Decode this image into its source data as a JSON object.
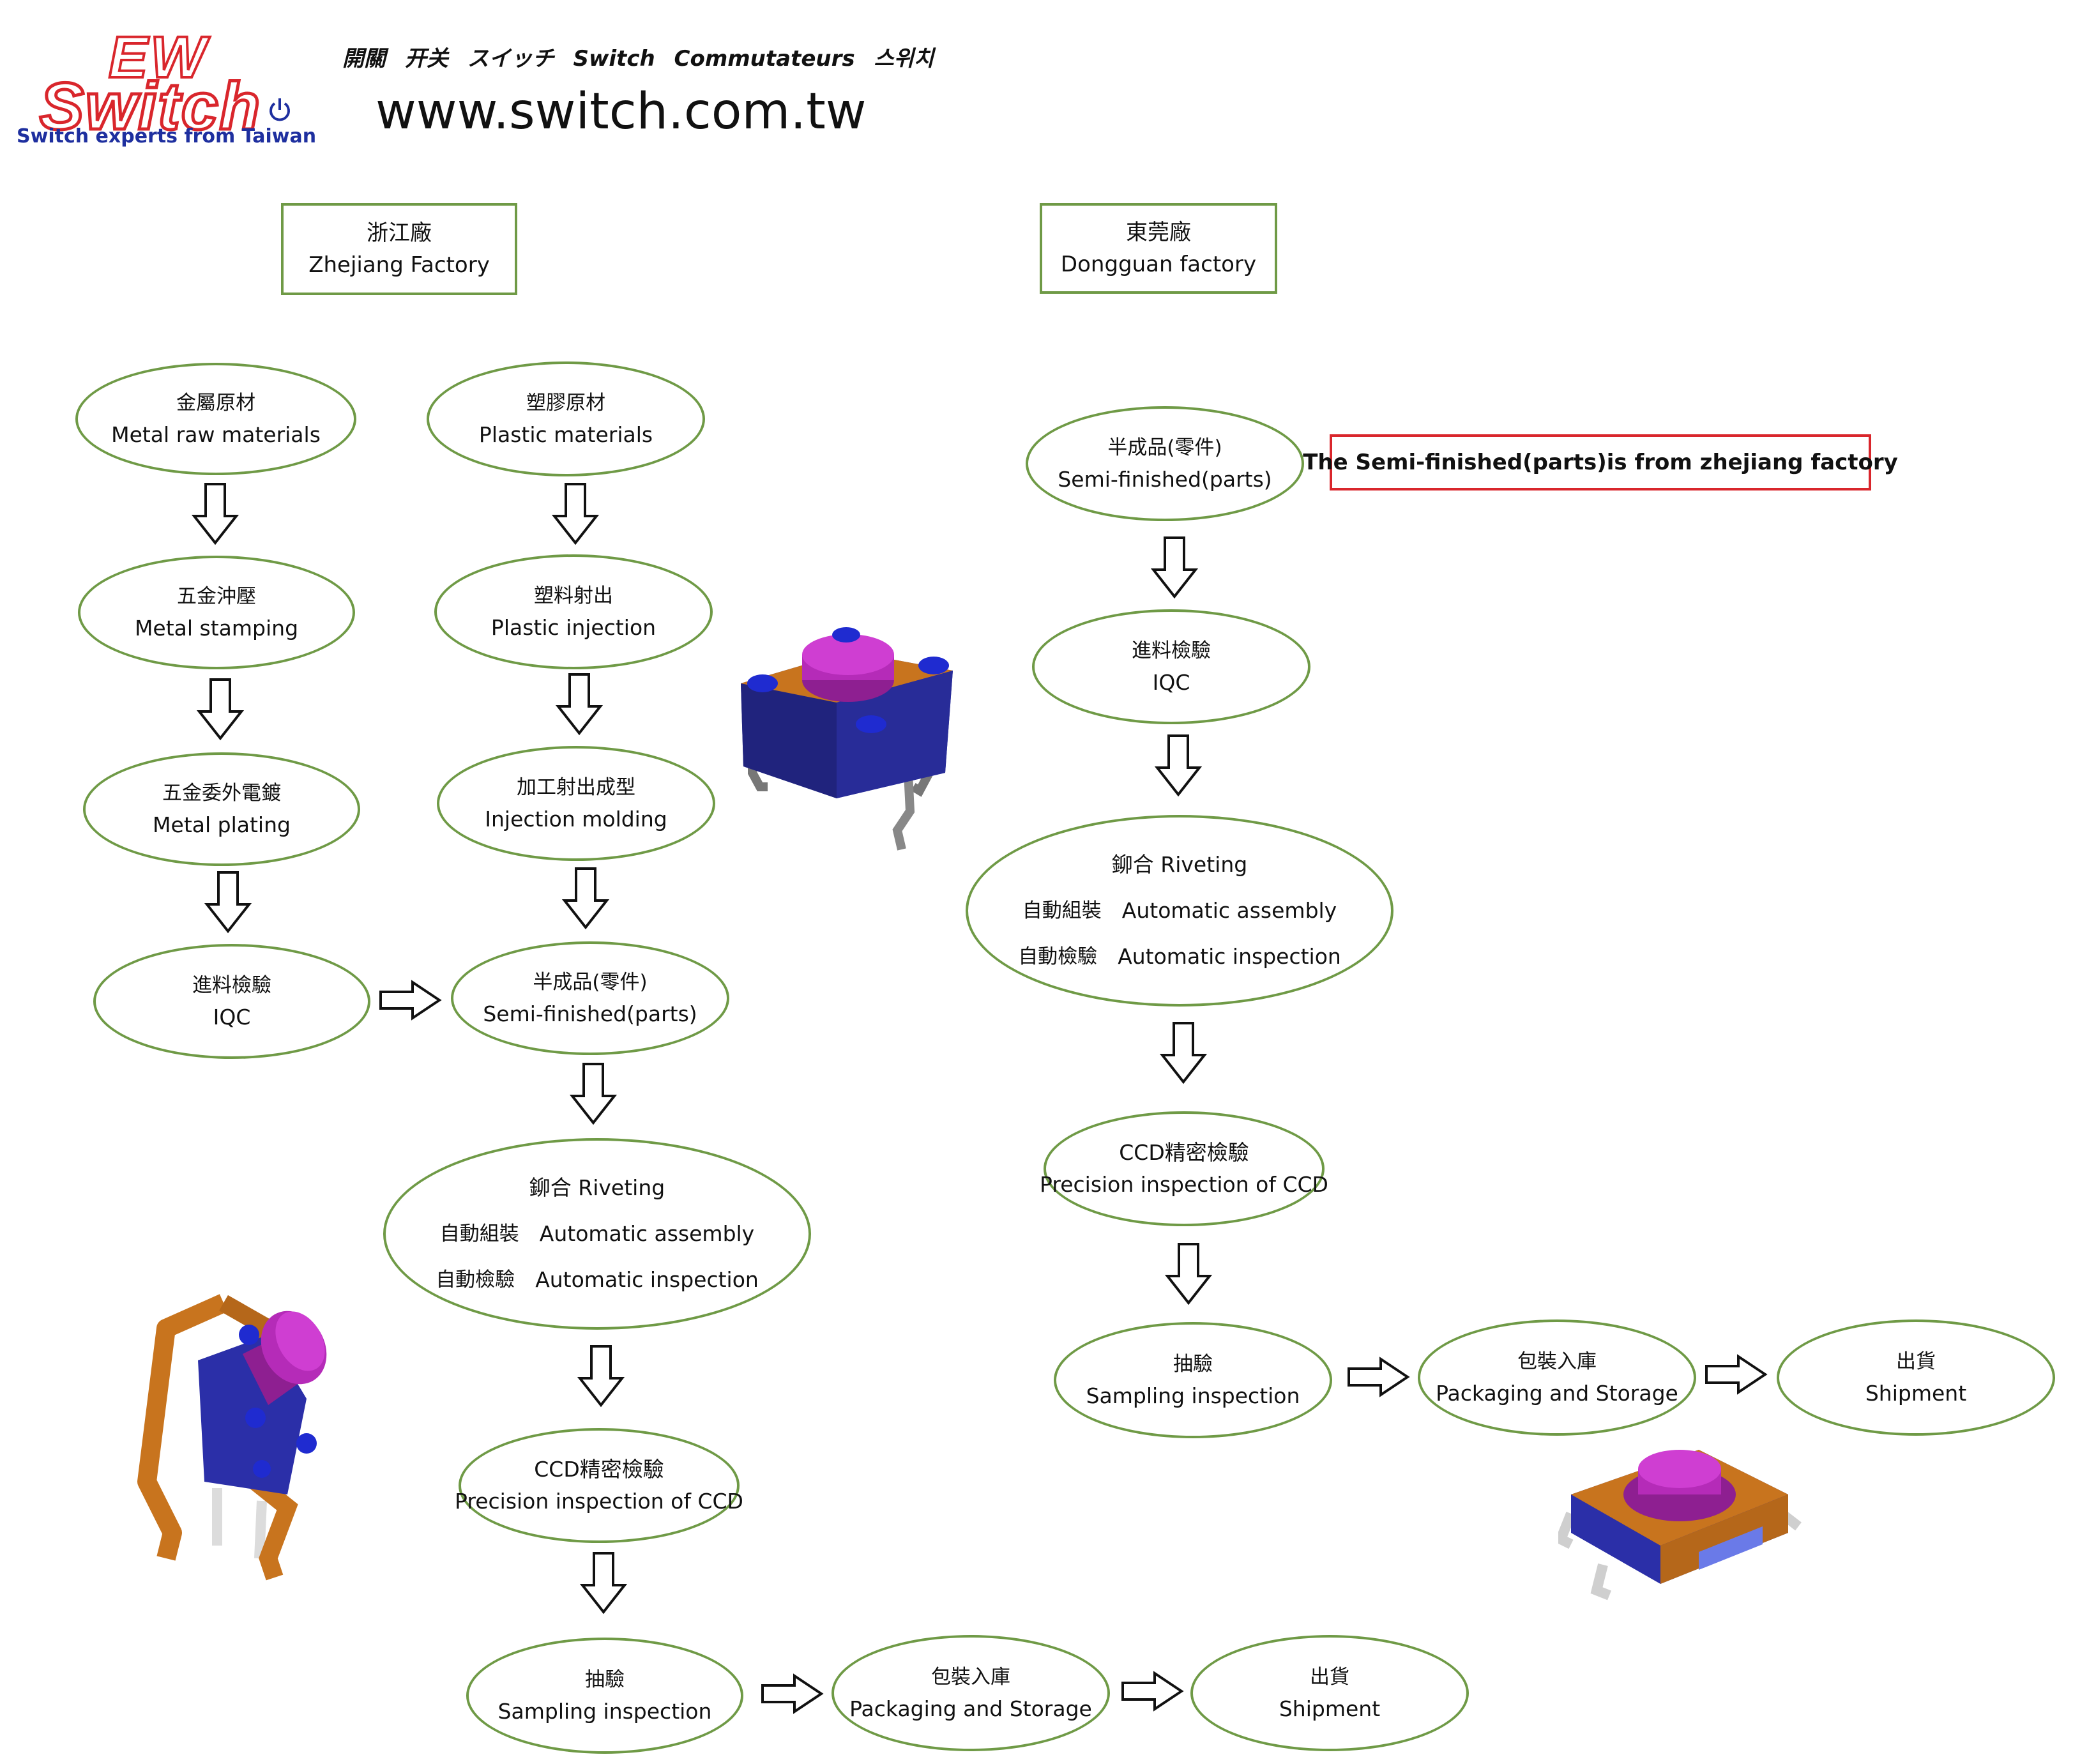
{
  "header": {
    "logo_ew": "EW",
    "logo_switch": "Switch",
    "tagline": "Switch experts from Taiwan",
    "languages": "開關 开关 スイッチ Switch Commutateurs 스위치",
    "website": "www.switch.com.tw"
  },
  "factories": {
    "zhejiang": {
      "zh": "浙江廠",
      "en": "Zhejiang Factory"
    },
    "dongguan": {
      "zh": "東莞廠",
      "en": "Dongguan factory"
    }
  },
  "note": "The Semi-finished(parts)is from zhejiang factory",
  "zhejiang_flow": {
    "metal_raw": {
      "zh": "金屬原材",
      "en": "Metal raw materials"
    },
    "metal_stamping": {
      "zh": "五金沖壓",
      "en": "Metal stamping"
    },
    "metal_plating": {
      "zh": "五金委外電鍍",
      "en": "Metal plating"
    },
    "iqc": {
      "zh": "進料檢驗",
      "en": "IQC"
    },
    "plastic_materials": {
      "zh": "塑膠原材",
      "en": "Plastic materials"
    },
    "plastic_injection": {
      "zh": "塑料射出",
      "en": "Plastic injection"
    },
    "injection_molding": {
      "zh": "加工射出成型",
      "en": "Injection molding"
    },
    "semi_finished": {
      "zh": "半成品(零件)",
      "en": "Semi-finished(parts)"
    },
    "riveting": {
      "line1": "鉚合 Riveting",
      "assembly_zh": "自動組裝",
      "assembly_en": "Automatic assembly",
      "inspection_zh": "自動檢驗",
      "inspection_en": "Automatic inspection"
    },
    "ccd": {
      "zh": "CCD精密檢驗",
      "en": "Precision inspection of CCD"
    },
    "sampling": {
      "zh": "抽驗",
      "en": "Sampling inspection"
    },
    "packaging": {
      "zh": "包裝入庫",
      "en": "Packaging and Storage"
    },
    "shipment": {
      "zh": "出貨",
      "en": "Shipment"
    }
  },
  "dongguan_flow": {
    "semi_finished": {
      "zh": "半成品(零件)",
      "en": "Semi-finished(parts)"
    },
    "iqc": {
      "zh": "進料檢驗",
      "en": "IQC"
    },
    "riveting": {
      "line1": "鉚合 Riveting",
      "assembly_zh": "自動組裝",
      "assembly_en": "Automatic assembly",
      "inspection_zh": "自動檢驗",
      "inspection_en": "Automatic inspection"
    },
    "ccd": {
      "zh": "CCD精密檢驗",
      "en": "Precision inspection of CCD"
    },
    "sampling": {
      "zh": "抽驗",
      "en": "Sampling inspection"
    },
    "packaging": {
      "zh": "包裝入庫",
      "en": "Packaging and Storage"
    },
    "shipment": {
      "zh": "出貨",
      "en": "Shipment"
    }
  },
  "colors": {
    "node_border": "#6f9a46",
    "note_border": "#d9262c",
    "logo_red": "#d9262c",
    "logo_blue": "#1e2f9f",
    "switch_body": "#2b2fa8",
    "switch_top": "#c8741e",
    "switch_button": "#b52bb8"
  }
}
